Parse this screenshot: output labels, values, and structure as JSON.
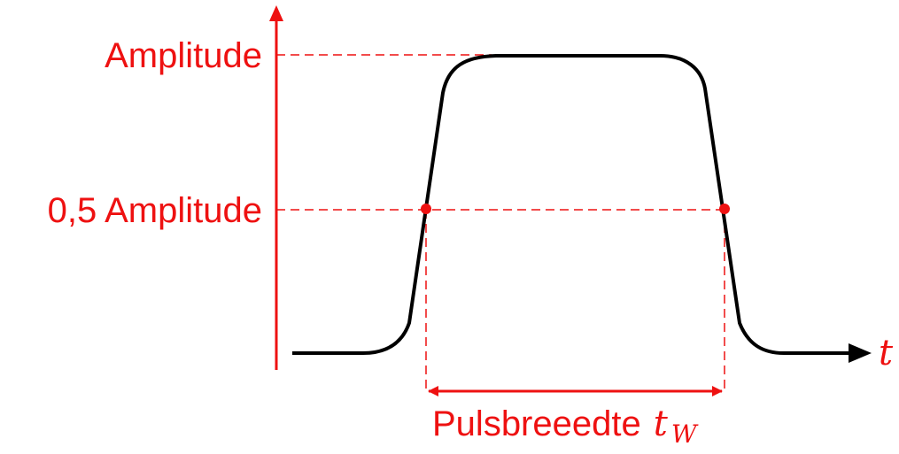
{
  "diagram": {
    "y_label_top": "Amplitude",
    "y_label_mid": "0,5 Amplitude",
    "x_axis_label": "t",
    "width_label": "Pulsbreeedte",
    "width_symbol": "t",
    "width_symbol_sub": "W"
  },
  "colors": {
    "annotation": "#ee1111",
    "signal": "#000000"
  }
}
